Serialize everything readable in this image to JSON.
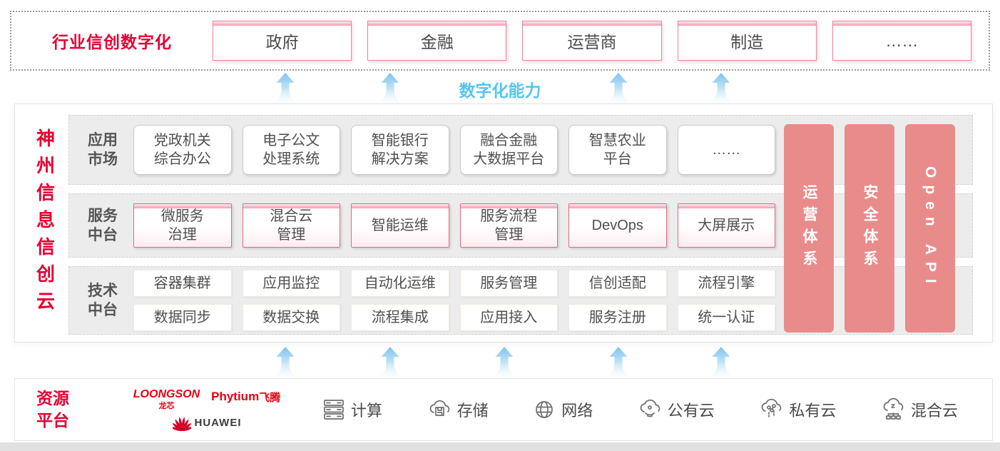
{
  "top_section": {
    "title": "行业信创数字化",
    "industries": [
      "政府",
      "金融",
      "运营商",
      "制造",
      "……"
    ]
  },
  "capability_label": "数字化能力",
  "platform": {
    "title": "神州信息信创云",
    "rows": [
      {
        "id": "app-market",
        "label_lines": [
          "应用",
          "市场"
        ],
        "box_style": "plain",
        "items": [
          [
            "党政机关",
            "综合办公"
          ],
          [
            "电子公文",
            "处理系统"
          ],
          [
            "智能银行",
            "解决方案"
          ],
          [
            "融合金融",
            "大数据平台"
          ],
          [
            "智慧农业",
            "平台"
          ],
          [
            "……"
          ]
        ]
      },
      {
        "id": "service-platform",
        "label_lines": [
          "服务",
          "中台"
        ],
        "box_style": "pink",
        "items": [
          [
            "微服务",
            "治理"
          ],
          [
            "混合云",
            "管理"
          ],
          [
            "智能运维"
          ],
          [
            "服务流程",
            "管理"
          ],
          [
            "DevOps"
          ],
          [
            "大屏展示"
          ]
        ]
      },
      {
        "id": "tech-platform",
        "label_lines": [
          "技术",
          "中台"
        ],
        "box_style": "flat",
        "item_rows": [
          [
            "容器集群",
            "应用监控",
            "自动化运维",
            "服务管理",
            "信创适配",
            "流程引擎"
          ],
          [
            "数据同步",
            "数据交换",
            "流程集成",
            "应用接入",
            "服务注册",
            "统一认证"
          ]
        ]
      }
    ],
    "side_bars": [
      "运营体系",
      "安全体系",
      "Open API"
    ]
  },
  "resource_section": {
    "title_lines": [
      "资源",
      "平台"
    ],
    "vendor_logos": [
      {
        "name": "loongson-logo",
        "text": "LOONGSON",
        "subtext": "龙芯"
      },
      {
        "name": "phytium-logo",
        "text": "Phytium",
        "subtext": "飞腾"
      },
      {
        "name": "huawei-logo",
        "text": "HUAWEI"
      }
    ],
    "resources": [
      {
        "icon": "server-icon",
        "label": "计算"
      },
      {
        "icon": "storage-cloud-icon",
        "label": "存储"
      },
      {
        "icon": "network-globe-icon",
        "label": "网络"
      },
      {
        "icon": "public-cloud-icon",
        "label": "公有云"
      },
      {
        "icon": "private-cloud-icon",
        "label": "私有云"
      },
      {
        "icon": "hybrid-cloud-icon",
        "label": "混合云"
      }
    ]
  },
  "colors": {
    "accent_red": "#e60032",
    "pillar_salmon": "#e98b8b",
    "capability_blue": "#56c4f1",
    "pink_box_border": "#e4697f",
    "row_background": "#ececec"
  }
}
